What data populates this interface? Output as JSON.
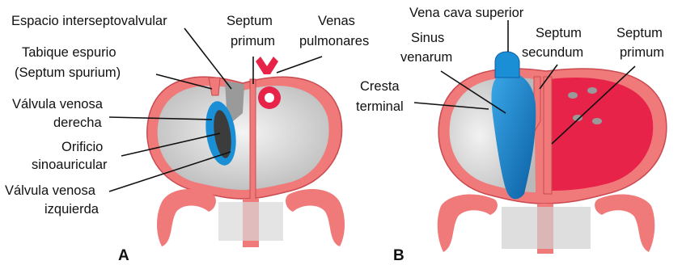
{
  "panel_a": {
    "letter": "A",
    "labels": {
      "interseptovalvular": "Espacio interseptovalvular",
      "tabique_espurio_1": "Tabique espurio",
      "tabique_espurio_2": "(Septum spurium)",
      "valvula_derecha_1": "Válvula venosa",
      "valvula_derecha_2": "derecha",
      "orificio_1": "Orificio",
      "orificio_2": "sinoauricular",
      "valvula_izquierda_1": "Válvula venosa",
      "valvula_izquierda_2": "izquierda",
      "septum_primum_1": "Septum",
      "septum_primum_2": "primum",
      "venas_1": "Venas",
      "venas_2": "pulmonares"
    }
  },
  "panel_b": {
    "letter": "B",
    "labels": {
      "vena_cava": "Vena cava superior",
      "sinus_1": "Sinus",
      "sinus_2": "venarum",
      "cresta_1": "Cresta",
      "cresta_2": "terminal",
      "secundum_1": "Septum",
      "secundum_2": "secundum",
      "primum_1": "Septum",
      "primum_2": "primum"
    }
  },
  "colors": {
    "wall": "#f07a7a",
    "wall_dark": "#d94f55",
    "cavity": "#e6e6e6",
    "venous_blue": "#1a8fd6",
    "atrium_red": "#e8234a"
  }
}
